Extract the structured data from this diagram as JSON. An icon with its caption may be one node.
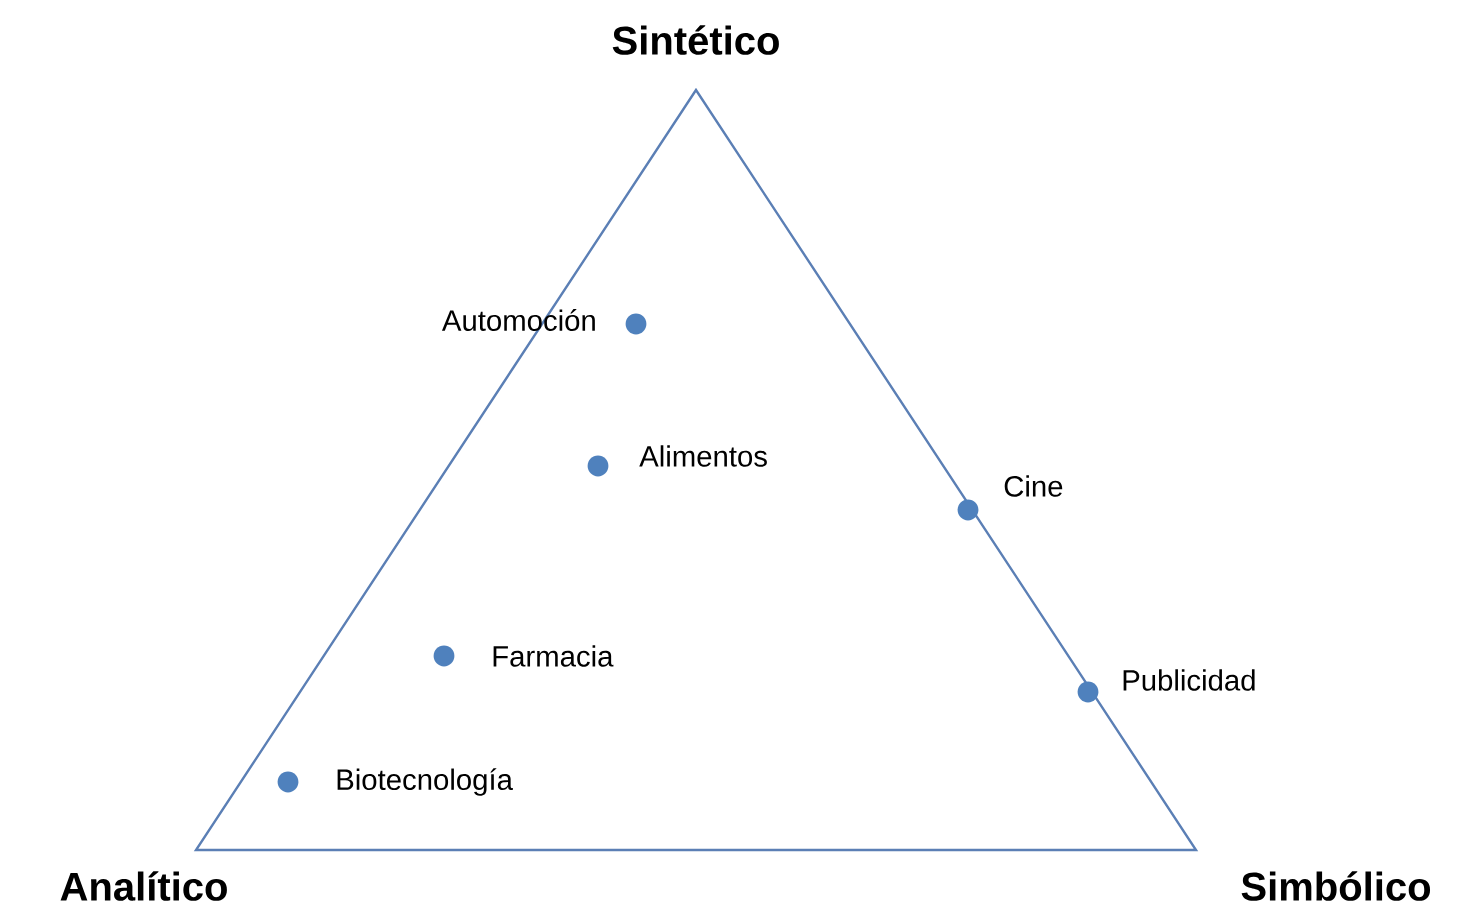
{
  "diagram": {
    "labels": [
      "Sintético",
      "Automoción",
      "Alimentos",
      "Cine",
      "Farmacia",
      "Publicidad",
      "Biotecnología",
      "Analítico",
      "Simbólico"
    ]
  }
}
